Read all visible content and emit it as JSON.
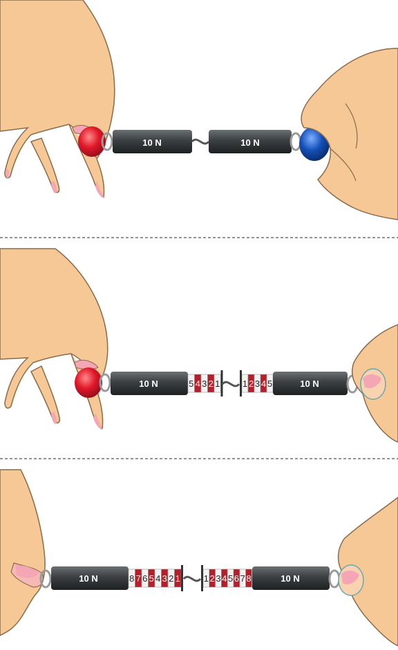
{
  "spring_label": "10 N",
  "panels": [
    {
      "id": "panel-1",
      "left_extension": [],
      "right_extension": [],
      "left_cap": "red",
      "right_cap": "blue"
    },
    {
      "id": "panel-2",
      "left_extension": [
        "5",
        "4",
        "3",
        "2",
        "1"
      ],
      "right_extension": [
        "1",
        "2",
        "3",
        "4",
        "5"
      ],
      "left_cap": "red",
      "right_cap": "thumb"
    },
    {
      "id": "panel-3",
      "left_extension": [
        "8",
        "7",
        "6",
        "5",
        "4",
        "3",
        "2",
        "1"
      ],
      "right_extension": [
        "1",
        "2",
        "3",
        "4",
        "5",
        "6",
        "7",
        "8"
      ],
      "left_cap": "thumb",
      "right_cap": "thumb"
    }
  ],
  "colors": {
    "skin": "#f6c895",
    "skin_shadow": "#e8ad74",
    "outline": "#8a6a4a",
    "nail": "#f4a6b4",
    "body": "#3b3f41",
    "red_cap": "#e0182a",
    "blue_cap": "#1450b8",
    "scale_red": "#b3202a",
    "scale_white": "#f2f2f2",
    "separator": "#555555"
  }
}
